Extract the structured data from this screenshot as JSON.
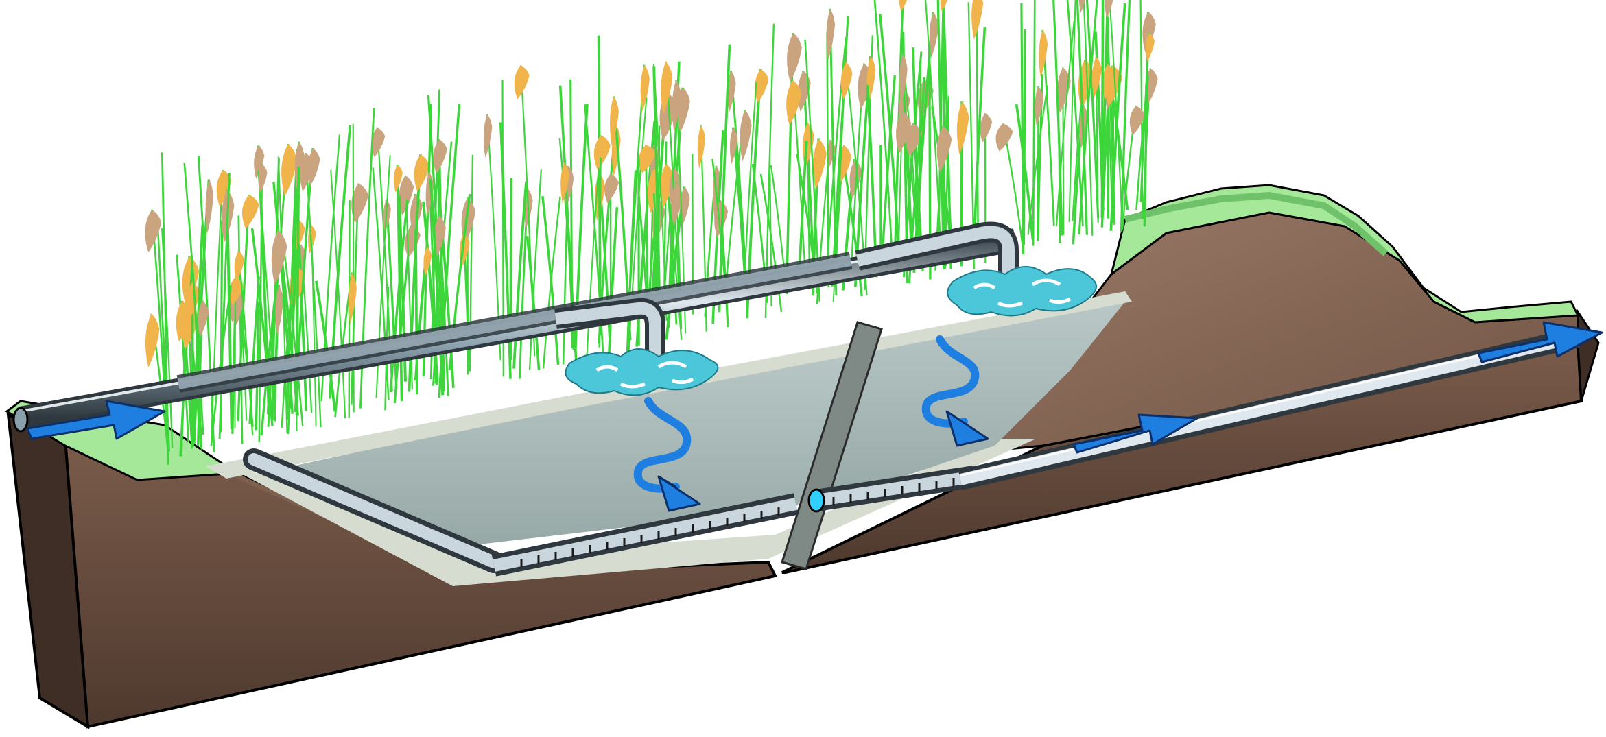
{
  "diagram": {
    "kind": "vertical-flow constructed wetland cross-section",
    "labels": [],
    "colors": {
      "soil_front": "#5f4638",
      "soil_side": "#8a6b5a",
      "soil_dark": "#3f2e25",
      "grass_top": "#a6e89a",
      "grass_edge": "#6fc26a",
      "bed_gravel": "#a9b9b7",
      "bed_sand": "#d6ddd0",
      "pipe_light": "#dfe8ee",
      "pipe_mid": "#8aa0ad",
      "pipe_dark": "#3e4a52",
      "flow_arrow": "#1f7fe0",
      "flow_arrow_outline": "#0a2f6a",
      "water_splash": "#4cc6d9",
      "reed_stem": "#3dd63a",
      "reed_plume_tan": "#c9a47f",
      "reed_plume_gold": "#f0b44a"
    },
    "icons": {
      "inlet_arrow": "right-arrow-icon",
      "seepage_arrow": "wavy-down-arrow-icon",
      "outlet_arrow": "right-arrow-icon"
    },
    "components": [
      "soil-embankment",
      "reed-bed",
      "distribution-pipe",
      "discharge-outlet",
      "filter-bed",
      "divider-wall",
      "perforated-drain-pipe",
      "outflow-pipe"
    ]
  }
}
